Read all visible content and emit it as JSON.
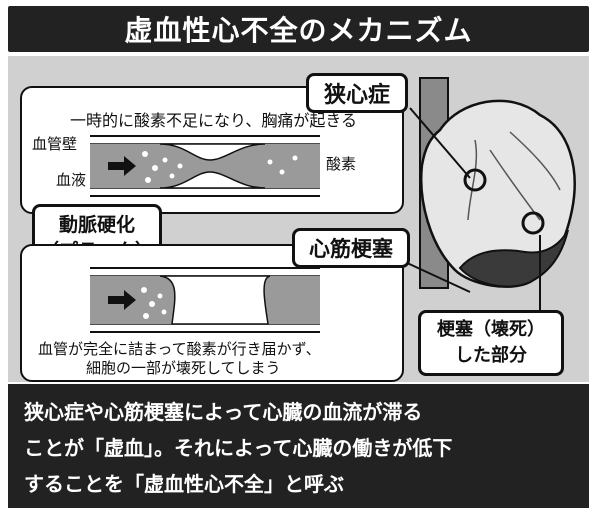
{
  "title": "虚血性心不全のメカニズム",
  "angina": {
    "label": "狭心症",
    "description": "一時的に酸素不足になり、胸痛が起きる",
    "vessel_wall_label": "血管壁",
    "blood_label": "血液",
    "oxygen_label": "酸素"
  },
  "plaque_label_line1": "動脈硬化",
  "plaque_label_line2": "（プラーク）",
  "infarction": {
    "label": "心筋梗塞",
    "description_line1": "血管が完全に詰まって酸素が行き届かず、",
    "description_line2": "細胞の一部が壊死してしまう"
  },
  "heart": {
    "infarct_label_line1": "梗塞（壊死）",
    "infarct_label_line2": "した部分"
  },
  "summary": {
    "line1": "狭心症や心筋梗塞によって心臓の血流が滞る",
    "line2": "ことが「虚血」。それによって心臓の働きが低下",
    "line3": "することを「虚血性心不全」と呼ぶ"
  },
  "colors": {
    "dark": "#222222",
    "panel_gray": "#d0d0d0",
    "vessel_gray": "#9a9a9a",
    "infarct_dark": "#3a3a3a"
  }
}
